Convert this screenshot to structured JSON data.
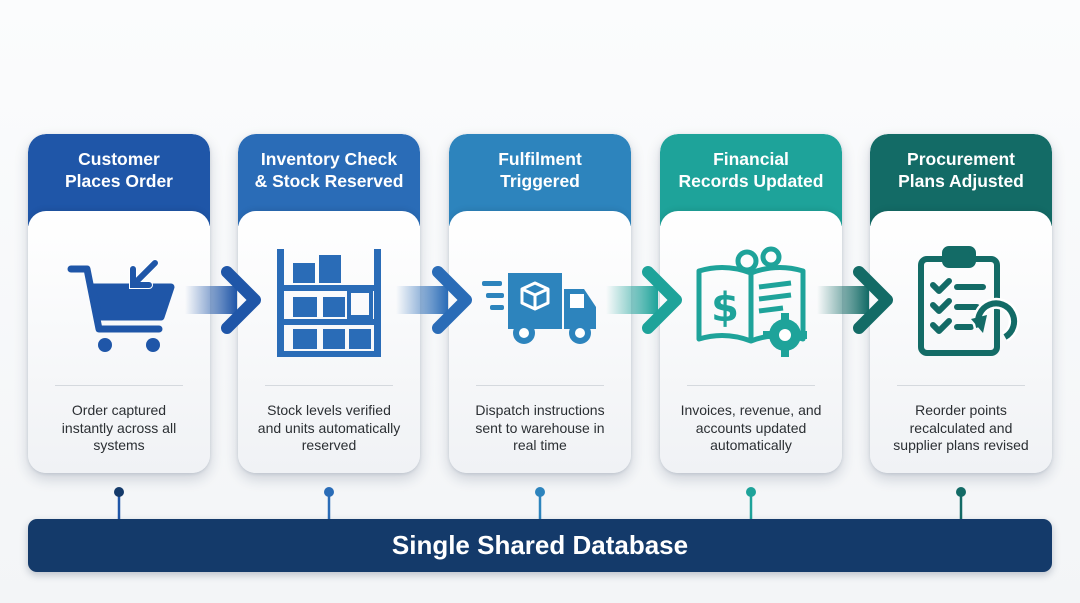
{
  "steps": [
    {
      "title": [
        "Customer",
        "Places Order"
      ],
      "description": [
        "Order captured",
        "instantly across all",
        "systems"
      ],
      "icon": "shopping-cart-icon",
      "color": "#1f56a8"
    },
    {
      "title": [
        "Inventory Check",
        "& Stock Reserved"
      ],
      "description": [
        "Stock levels verified",
        "and units automatically",
        "reserved"
      ],
      "icon": "warehouse-shelves-icon",
      "color": "#2a6cb7"
    },
    {
      "title": [
        "Fulfilment",
        "Triggered"
      ],
      "description": [
        "Dispatch instructions",
        "sent to warehouse in",
        "real time"
      ],
      "icon": "delivery-truck-icon",
      "color": "#2d84bd"
    },
    {
      "title": [
        "Financial",
        "Records Updated"
      ],
      "description": [
        "Invoices, revenue, and",
        "accounts updated",
        "automatically"
      ],
      "icon": "ledger-gears-icon",
      "color": "#1ea39a"
    },
    {
      "title": [
        "Procurement",
        "Plans Adjusted"
      ],
      "description": [
        "Reorder points",
        "recalculated and",
        "supplier plans revised"
      ],
      "icon": "clipboard-checklist-icon",
      "color": "#136b66"
    }
  ],
  "database": {
    "label": "Single Shared Database",
    "color": "#143a6a"
  }
}
